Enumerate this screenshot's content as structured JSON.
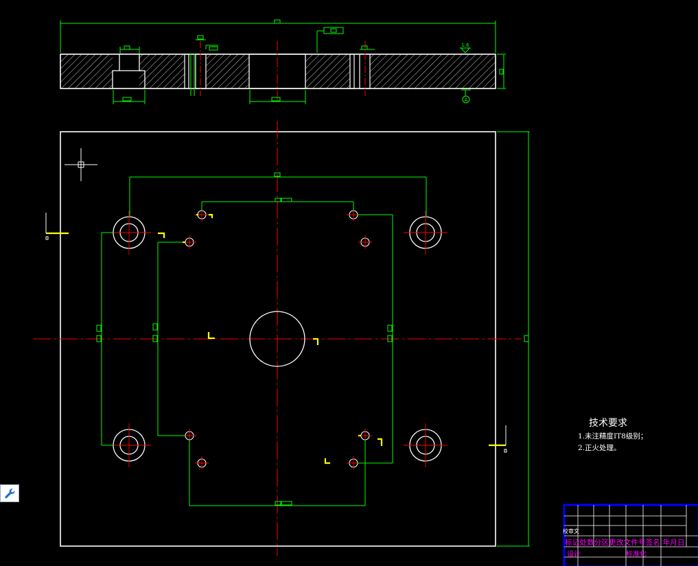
{
  "tech_requirements": {
    "title": "技术要求",
    "lines": [
      "1.未注精度IT8级别；",
      "2.正火处理。"
    ]
  },
  "title_block": {
    "row_label_1": "校审文",
    "header_row": "标记处数分区更改文件号签名 年月日",
    "design_label": "设计",
    "standard_label": "标准化"
  },
  "section_marks": {
    "datum": "A",
    "roughness": "1.6"
  },
  "toolbar": {
    "wrench_icon": "wrench-icon"
  },
  "colors": {
    "background": "#000000",
    "outline": "#ffffff",
    "dimension": "#00ff00",
    "centerline": "#ff0000",
    "marker": "#ffff00",
    "title_text": "#ff00ff",
    "title_grid": "#ffffff",
    "title_border": "#0000ff"
  }
}
